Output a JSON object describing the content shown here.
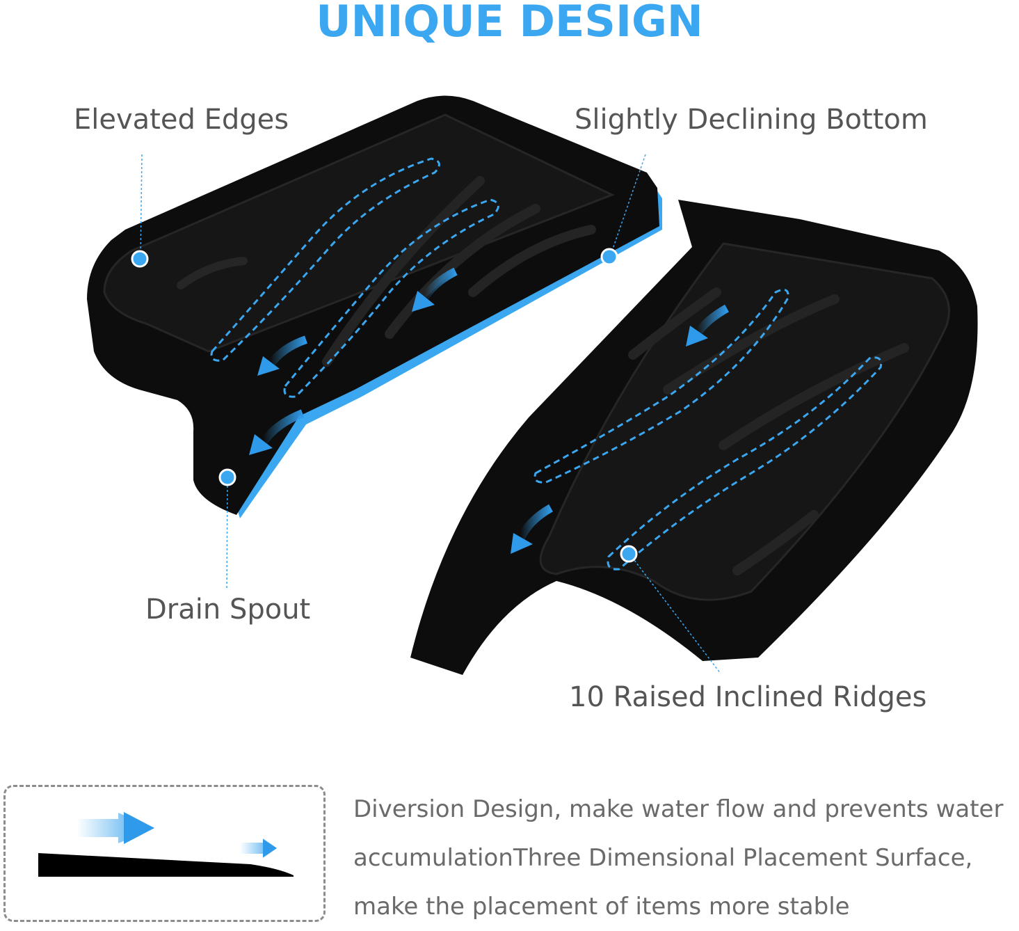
{
  "title": "UNIQUE DESIGN",
  "colors": {
    "accent": "#3aa7f0",
    "product": "#0d0d0d",
    "label_text": "#555555",
    "desc_text": "#6a6a6a"
  },
  "callouts": {
    "elevated_edges": "Elevated Edges",
    "declining_bottom": "Slightly Declining Bottom",
    "drain_spout": "Drain Spout",
    "raised_ridges": "10 Raised Inclined Ridges"
  },
  "description": {
    "line1": "Diversion Design, make water flow and prevents water",
    "line2": "accumulationThree Dimensional Placement Surface,",
    "line3": "make the placement of items more stable"
  }
}
